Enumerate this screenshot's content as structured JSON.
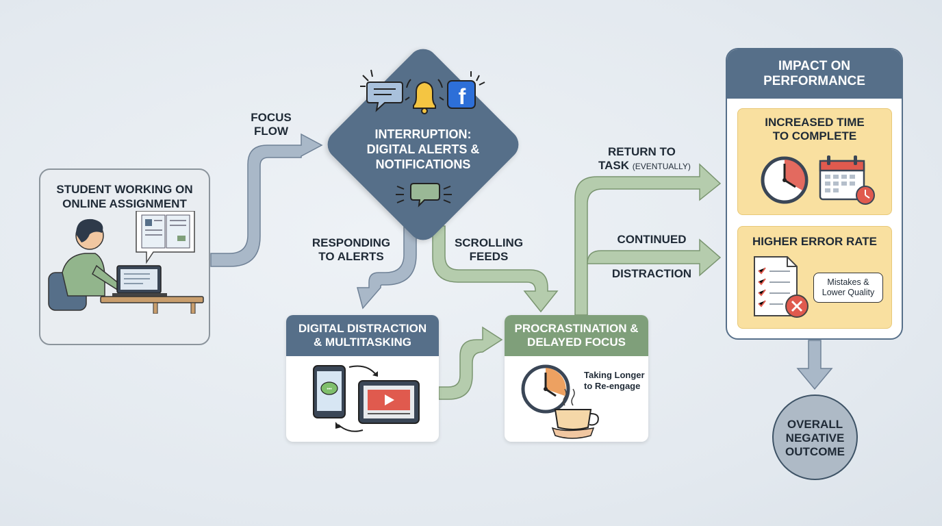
{
  "student": {
    "title": "STUDENT WORKING ON\nONLINE ASSIGNMENT"
  },
  "flow_labels": {
    "focus_flow": "FOCUS\nFLOW",
    "responding": "RESPONDING\nTO ALERTS",
    "scrolling": "SCROLLING\nFEEDS",
    "return_to": "RETURN TO",
    "task": "TASK",
    "eventually": "(EVENTUALLY)",
    "continued": "CONTINUED",
    "distraction": "DISTRACTION"
  },
  "interruption": {
    "title": "INTERRUPTION:\nDIGITAL ALERTS &\nNOTIFICATIONS"
  },
  "distraction_card": {
    "title": "DIGITAL DISTRACTION\n& MULTITASKING"
  },
  "procrastination_card": {
    "title": "PROCRASTINATION &\nDELAYED FOCUS",
    "note": "Taking Longer\nto Re-engage"
  },
  "impact": {
    "title": "IMPACT ON\nPERFORMANCE",
    "time_title": "INCREASED TIME\nTO COMPLETE",
    "error_title": "HIGHER ERROR RATE",
    "mistakes_note": "Mistakes &\nLower Quality"
  },
  "outcome": {
    "title": "OVERALL\nNEGATIVE\nOUTCOME"
  },
  "colors": {
    "slate_blue": "#566f89",
    "sage_green": "#7f9f7a",
    "blue_arrow": "#a9b8c8",
    "green_arrow": "#b5ccad",
    "yellow": "#f9e0a0",
    "alert_red": "#e05a4e"
  }
}
